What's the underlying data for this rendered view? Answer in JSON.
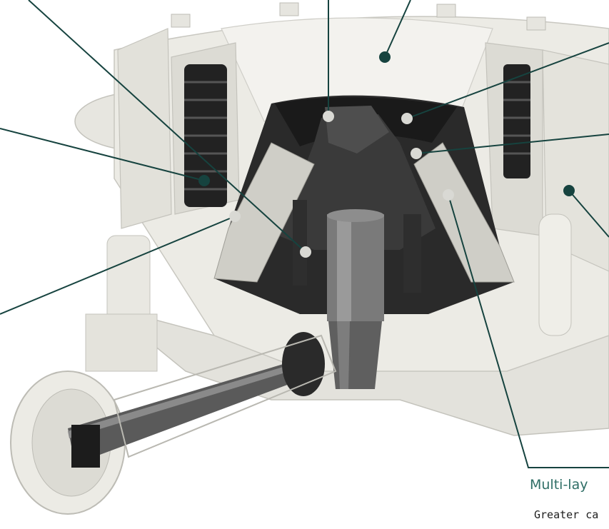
{
  "diagram": {
    "subject": "cone-crusher-cutaway",
    "colors": {
      "leader_line": "#16433f",
      "callout_text": "#2f6e66",
      "body_text": "#1e1e1e",
      "marker_dark": "#16433f",
      "marker_light": "#d9d9d4",
      "housing": "#ecebe5",
      "housing_shadow": "#cfcfc7",
      "liner": "#262626",
      "shaft": "#6f6f6f"
    },
    "callout": {
      "title": "Multi-lay",
      "body": "Greater ca"
    },
    "markers": [
      {
        "id": "m1",
        "style": "light"
      },
      {
        "id": "m2",
        "style": "dark"
      },
      {
        "id": "m3",
        "style": "light"
      },
      {
        "id": "m4",
        "style": "light"
      },
      {
        "id": "m5",
        "style": "dark"
      },
      {
        "id": "m6",
        "style": "light"
      },
      {
        "id": "m7",
        "style": "light"
      },
      {
        "id": "m8",
        "style": "dark"
      },
      {
        "id": "m9",
        "style": "light"
      }
    ]
  }
}
